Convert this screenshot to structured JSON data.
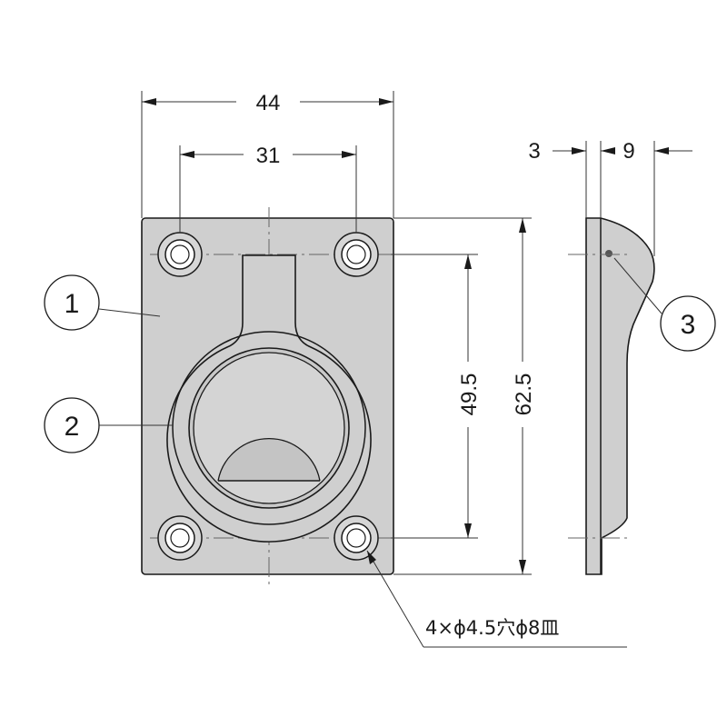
{
  "dimensions": {
    "overall_width": "44",
    "hole_spacing_x": "31",
    "hole_spacing_y": "49.5",
    "overall_height": "62.5",
    "thickness": "3",
    "depth": "9"
  },
  "hole_note": "4×ϕ4.5穴ϕ8皿",
  "callouts": [
    "1",
    "2",
    "3"
  ]
}
